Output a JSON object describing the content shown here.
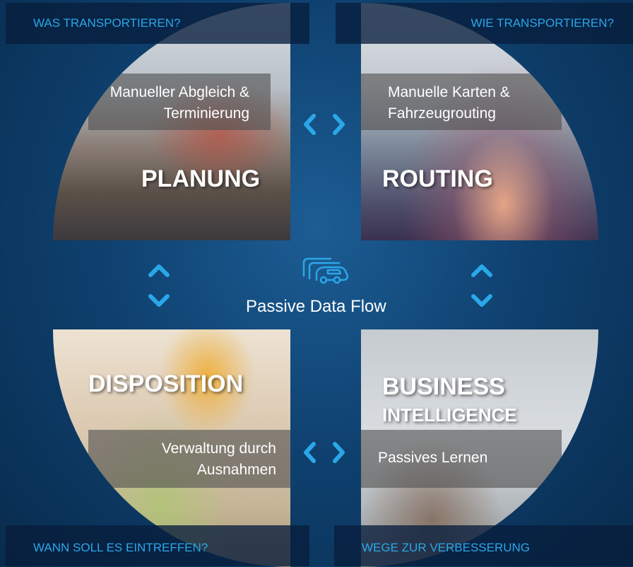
{
  "corners": {
    "top_left": "WAS TRANSPORTIEREN?",
    "top_right": "WIE TRANSPORTIEREN?",
    "bottom_left": "WANN SOLL ES EINTREFFEN?",
    "bottom_right": "WEGE ZUR VERBESSERUNG"
  },
  "quadrants": {
    "planung": {
      "title": "PLANUNG",
      "desc_line1": "Manueller Abgleich &",
      "desc_line2": "Terminierung"
    },
    "routing": {
      "title": "ROUTING",
      "desc_line1": "Manuelle Karten &",
      "desc_line2": "Fahrzeugrouting"
    },
    "disposition": {
      "title": "DISPOSITION",
      "desc_line1": "Verwaltung durch",
      "desc_line2": "Ausnahmen"
    },
    "business_intelligence": {
      "title_line1": "BUSINESS",
      "title_line2": "INTELLIGENCE",
      "desc": "Passives Lernen"
    }
  },
  "center": {
    "caption": "Passive Data Flow",
    "icon": "vehicles-icon"
  },
  "colors": {
    "accent": "#2aa7e8",
    "background": "#0f4271"
  }
}
